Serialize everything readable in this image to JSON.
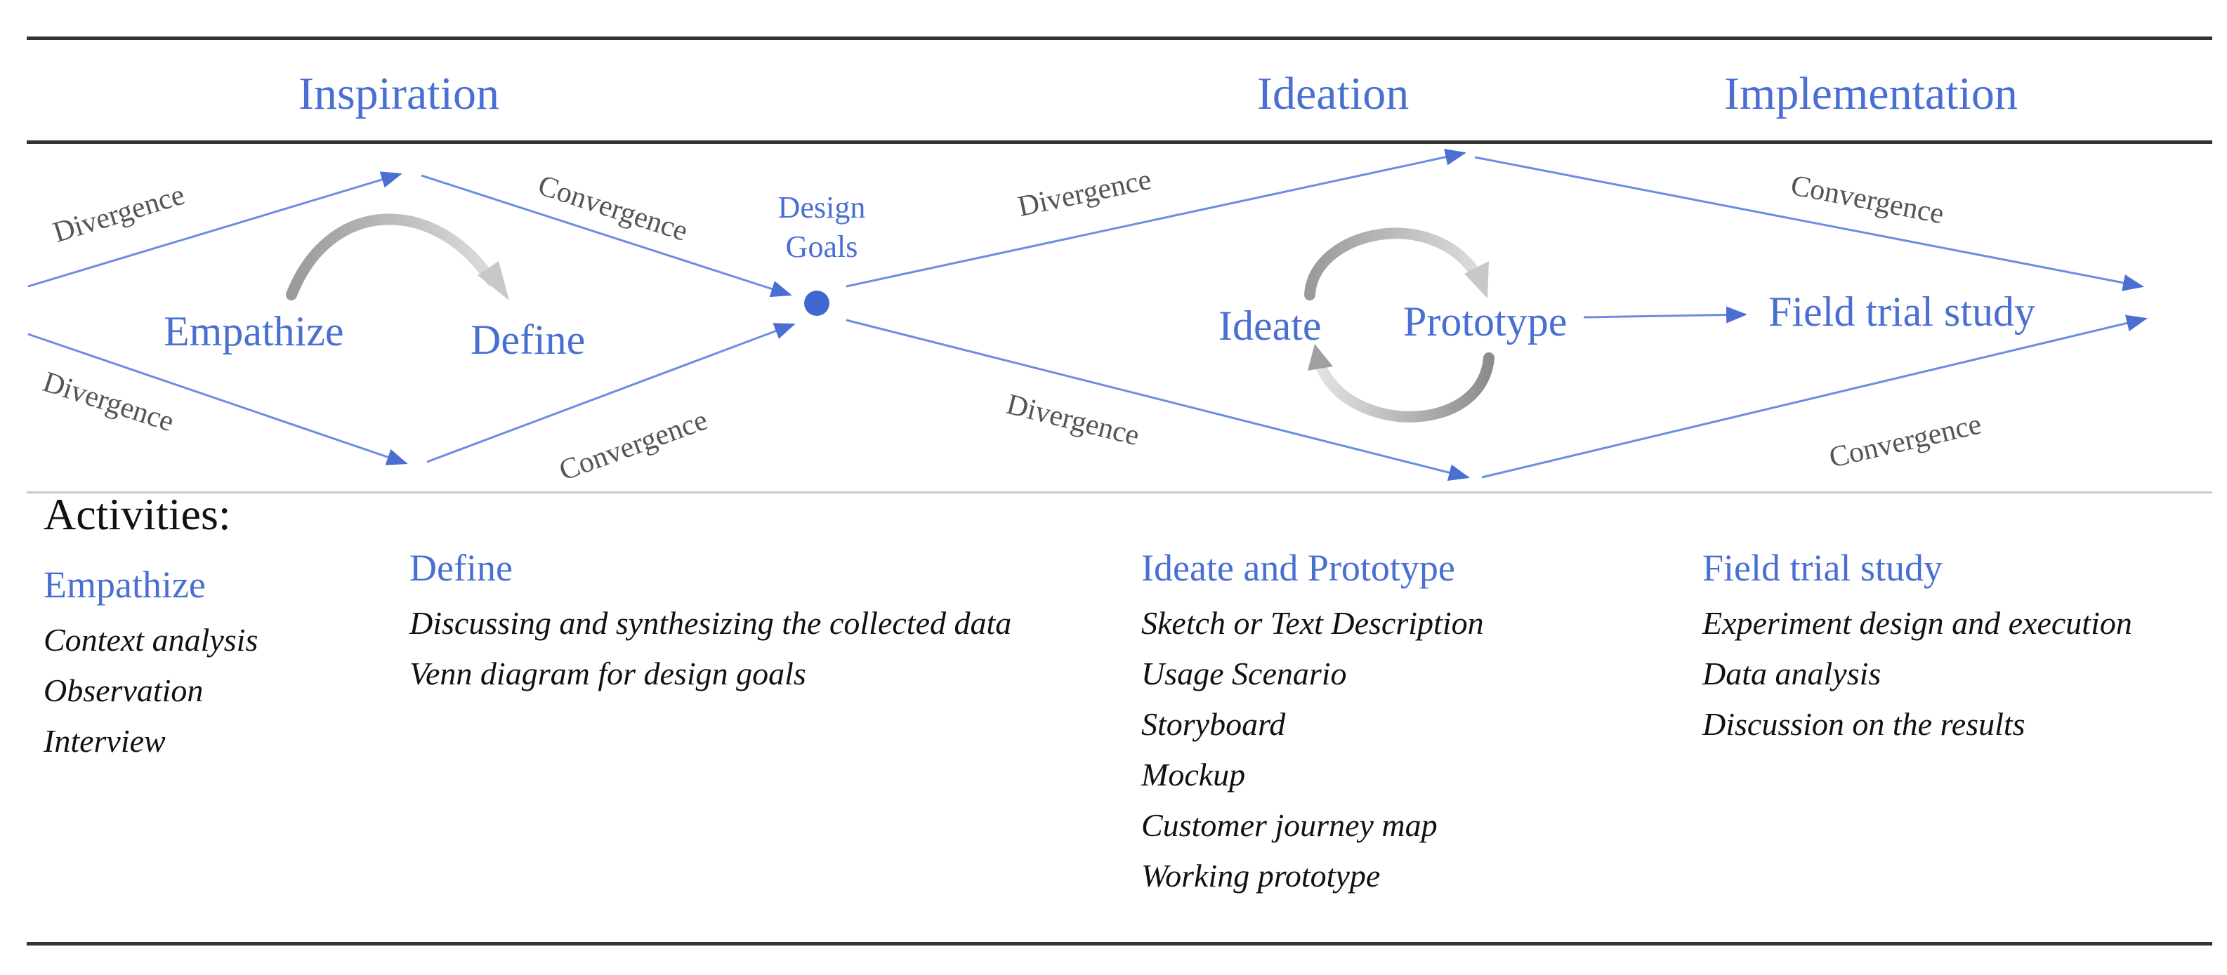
{
  "phases": {
    "inspiration": "Inspiration",
    "ideation": "Ideation",
    "implementation": "Implementation"
  },
  "flow": {
    "divergence": "Divergence",
    "convergence": "Convergence",
    "design_goals_line1": "Design",
    "design_goals_line2": "Goals",
    "empathize": "Empathize",
    "define": "Define",
    "ideate": "Ideate",
    "prototype": "Prototype",
    "field_trial": "Field trial study"
  },
  "activities": {
    "heading": "Activities:",
    "groups": [
      {
        "title": "Empathize",
        "items": [
          "Context analysis",
          "Observation",
          "Interview"
        ]
      },
      {
        "title": "Define",
        "items": [
          "Discussing and synthesizing  the collected data",
          "Venn diagram for design goals"
        ]
      },
      {
        "title": "Ideate  and  Prototype",
        "items": [
          "Sketch or Text Description",
          "Usage Scenario",
          "Storyboard",
          "Mockup",
          "Customer journey map",
          "Working prototype"
        ]
      },
      {
        "title": "Field trial study",
        "items": [
          "Experiment design and  execution",
          "Data analysis",
          "Discussion on the results"
        ]
      }
    ]
  },
  "colors": {
    "accent": "#4a6fd3",
    "line": "#6b8de0",
    "rule": "#333333",
    "label_gray": "#555555"
  }
}
